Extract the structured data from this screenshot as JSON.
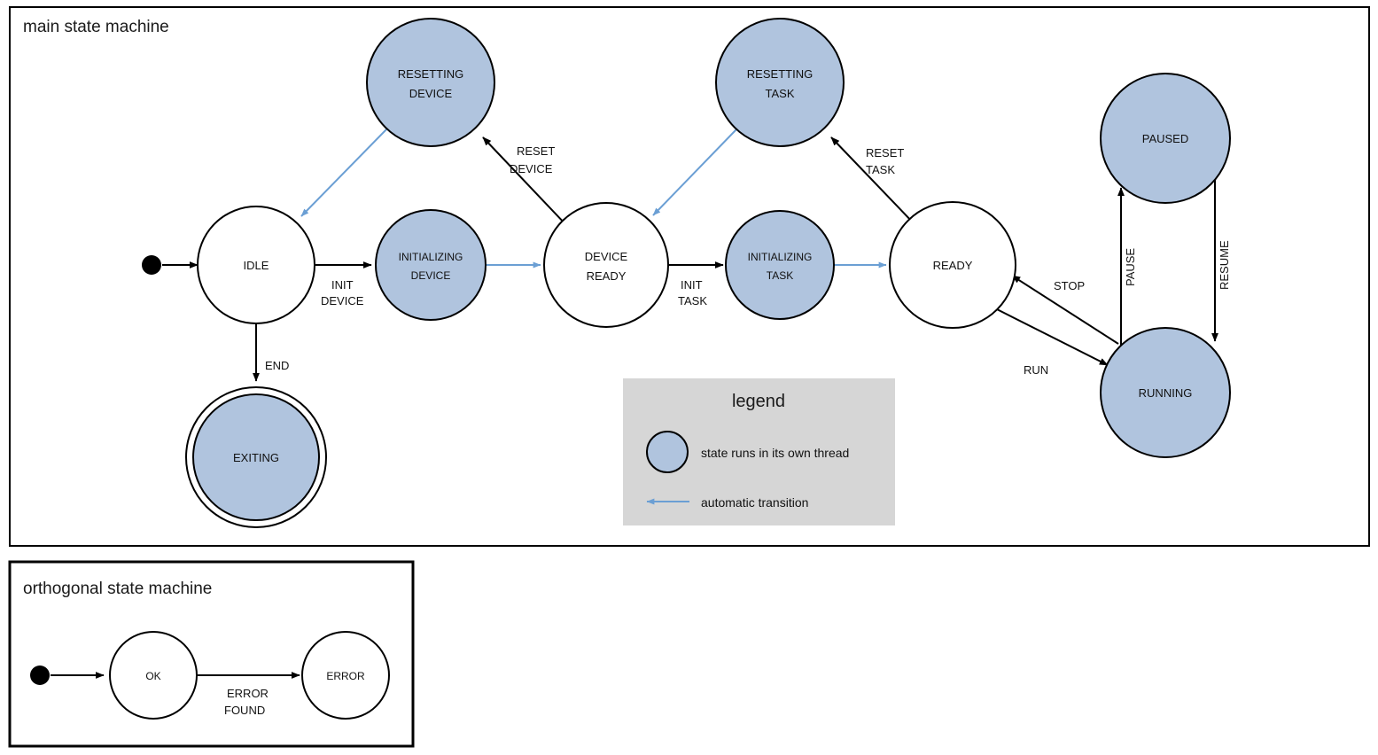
{
  "diagram": {
    "kind": "state-machine",
    "colors": {
      "thread_state_fill": "#b0c4de",
      "plain_state_fill": "#ffffff",
      "stroke": "#000000",
      "auto_transition": "#6b9fd4",
      "legend_background": "#d6d6d6",
      "page_background": "#ffffff"
    },
    "frames": [
      {
        "id": "main",
        "title": "main state machine"
      },
      {
        "id": "orthogonal",
        "title": "orthogonal state machine"
      }
    ]
  },
  "main_machine": {
    "title": "main state machine",
    "initial_marker": "start-dot",
    "states": [
      {
        "id": "idle",
        "label_line1": "IDLE",
        "label_line2": "",
        "thread": false,
        "final": false
      },
      {
        "id": "resetting-device",
        "label_line1": "RESETTING",
        "label_line2": "DEVICE",
        "thread": true,
        "final": false
      },
      {
        "id": "initializing-device",
        "label_line1": "INITIALIZING",
        "label_line2": "DEVICE",
        "thread": true,
        "final": false
      },
      {
        "id": "device-ready",
        "label_line1": "DEVICE",
        "label_line2": "READY",
        "thread": false,
        "final": false
      },
      {
        "id": "resetting-task",
        "label_line1": "RESETTING",
        "label_line2": "TASK",
        "thread": true,
        "final": false
      },
      {
        "id": "initializing-task",
        "label_line1": "INITIALIZING",
        "label_line2": "TASK",
        "thread": true,
        "final": false
      },
      {
        "id": "ready",
        "label_line1": "READY",
        "label_line2": "",
        "thread": false,
        "final": false
      },
      {
        "id": "paused",
        "label_line1": "PAUSED",
        "label_line2": "",
        "thread": true,
        "final": false
      },
      {
        "id": "running",
        "label_line1": "RUNNING",
        "label_line2": "",
        "thread": true,
        "final": false
      },
      {
        "id": "exiting",
        "label_line1": "EXITING",
        "label_line2": "",
        "thread": true,
        "final": true
      }
    ],
    "transitions": [
      {
        "id": "t-start-idle",
        "from": "start",
        "to": "idle",
        "label_line1": "",
        "label_line2": "",
        "automatic": false
      },
      {
        "id": "t-init-device",
        "from": "idle",
        "to": "initializing-device",
        "label_line1": "INIT",
        "label_line2": "DEVICE",
        "automatic": false
      },
      {
        "id": "t-end",
        "from": "idle",
        "to": "exiting",
        "label_line1": "END",
        "label_line2": "",
        "automatic": false
      },
      {
        "id": "t-auto-dev-ready",
        "from": "initializing-device",
        "to": "device-ready",
        "label_line1": "",
        "label_line2": "",
        "automatic": true
      },
      {
        "id": "t-reset-device",
        "from": "device-ready",
        "to": "resetting-device",
        "label_line1": "RESET",
        "label_line2": "DEVICE",
        "automatic": false
      },
      {
        "id": "t-auto-reset-dev",
        "from": "resetting-device",
        "to": "idle",
        "label_line1": "",
        "label_line2": "",
        "automatic": true
      },
      {
        "id": "t-init-task",
        "from": "device-ready",
        "to": "initializing-task",
        "label_line1": "INIT",
        "label_line2": "TASK",
        "automatic": false
      },
      {
        "id": "t-auto-ready",
        "from": "initializing-task",
        "to": "ready",
        "label_line1": "",
        "label_line2": "",
        "automatic": true
      },
      {
        "id": "t-reset-task",
        "from": "ready",
        "to": "resetting-task",
        "label_line1": "RESET",
        "label_line2": "TASK",
        "automatic": false
      },
      {
        "id": "t-auto-reset-task",
        "from": "resetting-task",
        "to": "device-ready",
        "label_line1": "",
        "label_line2": "",
        "automatic": true
      },
      {
        "id": "t-run",
        "from": "ready",
        "to": "running",
        "label_line1": "RUN",
        "label_line2": "",
        "automatic": false
      },
      {
        "id": "t-stop",
        "from": "running",
        "to": "ready",
        "label_line1": "STOP",
        "label_line2": "",
        "automatic": false
      },
      {
        "id": "t-pause",
        "from": "running",
        "to": "paused",
        "label_line1": "PAUSE",
        "label_line2": "",
        "automatic": false
      },
      {
        "id": "t-resume",
        "from": "paused",
        "to": "running",
        "label_line1": "RESUME",
        "label_line2": "",
        "automatic": false
      }
    ]
  },
  "legend": {
    "title": "legend",
    "items": [
      {
        "id": "legend-thread",
        "symbol": "blue-circle",
        "text": "state runs in its own thread"
      },
      {
        "id": "legend-auto",
        "symbol": "blue-arrow",
        "text": "automatic transition"
      }
    ]
  },
  "orthogonal_machine": {
    "title": "orthogonal state machine",
    "initial_marker": "start-dot",
    "states": [
      {
        "id": "ok",
        "label_line1": "OK",
        "label_line2": "",
        "thread": false,
        "final": false
      },
      {
        "id": "error",
        "label_line1": "ERROR",
        "label_line2": "",
        "thread": false,
        "final": false
      }
    ],
    "transitions": [
      {
        "id": "o-start-ok",
        "from": "start",
        "to": "ok",
        "label_line1": "",
        "label_line2": "",
        "automatic": false
      },
      {
        "id": "o-error",
        "from": "ok",
        "to": "error",
        "label_line1": "ERROR",
        "label_line2": "FOUND",
        "automatic": false
      }
    ]
  }
}
